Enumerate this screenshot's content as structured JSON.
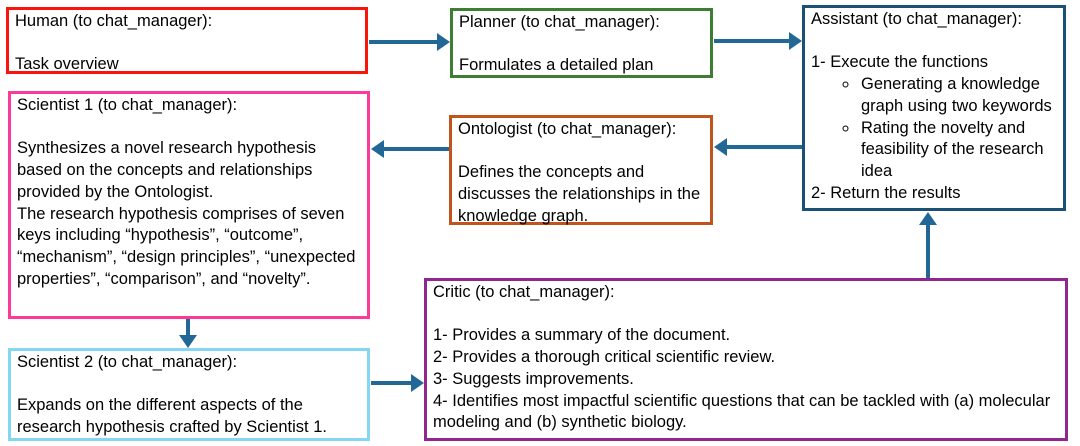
{
  "colors": {
    "arrow": "#226896",
    "human_border": "#f8150c",
    "planner_border": "#3e7e32",
    "assistant_border": "#1a5276",
    "scientist1_border": "#fb3a9a",
    "ontologist_border": "#c0541c",
    "scientist2_border": "#85d6f2",
    "critic_border": "#90278e"
  },
  "boxes": {
    "human": {
      "title": "Human (to chat_manager):",
      "body": "Task overview"
    },
    "planner": {
      "title": "Planner (to chat_manager):",
      "body": "Formulates a detailed plan"
    },
    "assistant": {
      "title": "Assistant (to chat_manager):",
      "step1": "1- Execute the functions",
      "bullets": [
        "Generating a knowledge graph using two keywords",
        "Rating the novelty and feasibility of the research idea"
      ],
      "step2": "2- Return the results"
    },
    "scientist1": {
      "title": "Scientist 1 (to chat_manager):",
      "para1": "Synthesizes a novel research hypothesis based on the concepts and relationships provided by the Ontologist.",
      "para2": "The research hypothesis comprises of seven keys including “hypothesis”, “outcome”, “mechanism”, “design principles”, “unexpected properties”, “comparison”, and “novelty”."
    },
    "ontologist": {
      "title": "Ontologist (to chat_manager):",
      "body": "Defines the concepts and discusses the relationships in the knowledge graph."
    },
    "scientist2": {
      "title": "Scientist 2 (to chat_manager):",
      "body": "Expands on the different aspects of the research hypothesis crafted by Scientist 1."
    },
    "critic": {
      "title": "Critic (to chat_manager):",
      "items": [
        "1- Provides a summary of the document.",
        "2- Provides a thorough critical scientific review.",
        "3- Suggests improvements.",
        "4- Identifies most impactful scientific questions that can be tackled with (a) molecular modeling and (b) synthetic biology."
      ]
    }
  }
}
